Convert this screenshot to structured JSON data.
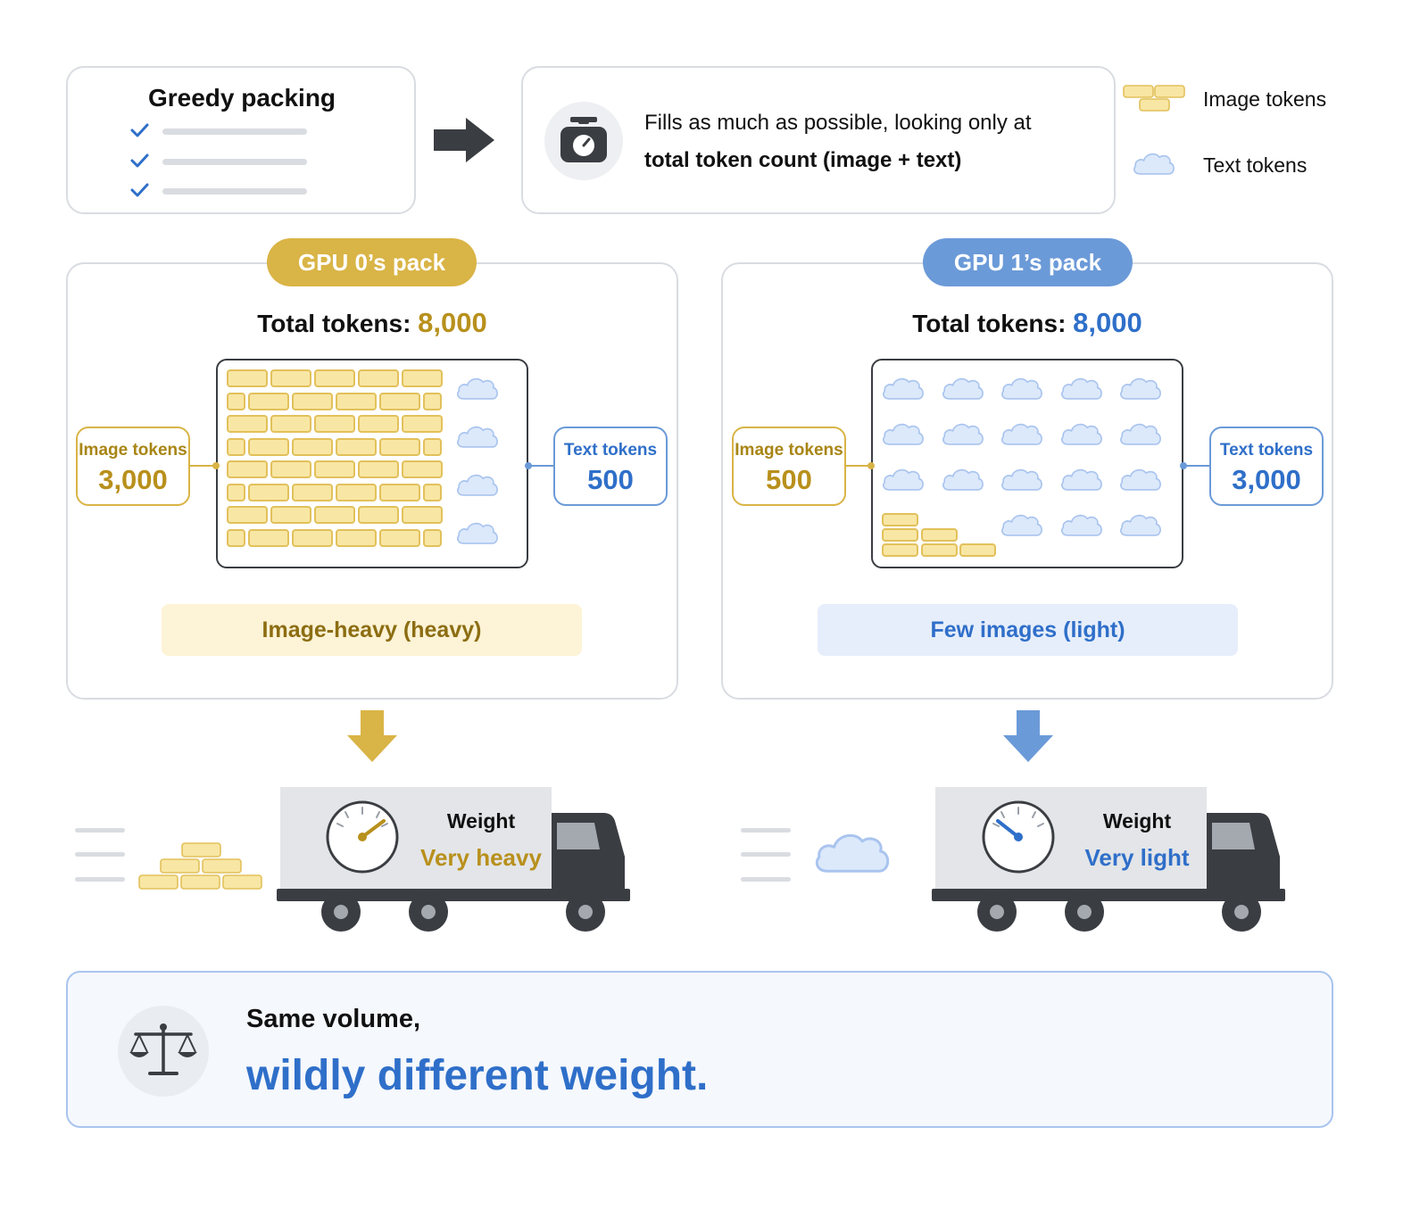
{
  "strategy": {
    "title": "Greedy packing",
    "description_line1": "Fills as much as possible, looking only at",
    "description_line2": "total token count (image + text)"
  },
  "legend": [
    {
      "label": "Image tokens",
      "icon": "bricks-icon"
    },
    {
      "label": "Text tokens",
      "icon": "cloud-icon"
    }
  ],
  "packs": [
    {
      "pill": "GPU 0’s pack",
      "total_label": "Total tokens: ",
      "total_value": "8,000",
      "image_label": "Image tokens",
      "image_value": "3,000",
      "text_label": "Text tokens",
      "text_value": "500",
      "verdict": "Image-heavy (heavy)",
      "weight_label": "Weight",
      "weight_value": "Very heavy",
      "accent": "#d9b446",
      "accent_text": "#b8901c"
    },
    {
      "pill": "GPU 1’s pack",
      "total_label": "Total tokens: ",
      "total_value": "8,000",
      "image_label": "Image tokens",
      "image_value": "500",
      "text_label": "Text tokens",
      "text_value": "3,000",
      "verdict": "Few images (light)",
      "weight_label": "Weight",
      "weight_value": "Very light",
      "accent": "#6b9ad8",
      "accent_text": "#2f6fc9"
    }
  ],
  "conclusion": {
    "line1": "Same volume,",
    "line2": "wildly different weight."
  },
  "colors": {
    "brick_fill": "#f8e6a4",
    "brick_border": "#e2c15b",
    "cloud_fill": "#dce9fb",
    "cloud_border": "#a9c4ee",
    "truck_dark": "#3a3d42",
    "truck_body": "#e3e5e8"
  }
}
